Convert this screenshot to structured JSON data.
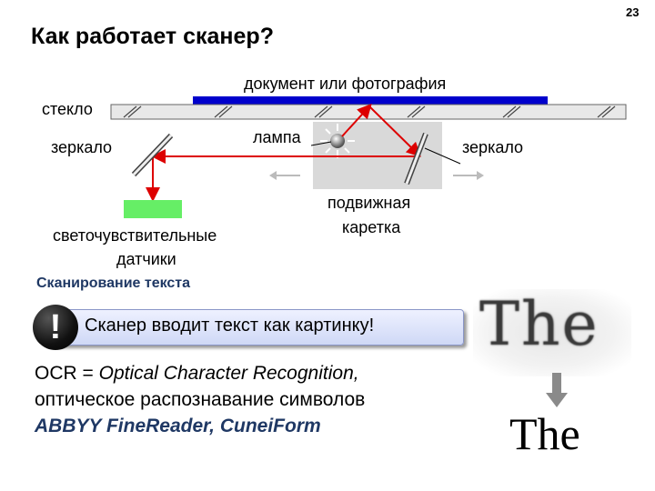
{
  "slide_number": "23",
  "title": "Как работает сканер?",
  "diagram": {
    "document_label": "документ или фотография",
    "glass_label": "стекло",
    "lamp_label": "лампа",
    "mirror_left_label": "зеркало",
    "mirror_right_label": "зеркало",
    "carriage_label_line1": "подвижная",
    "carriage_label_line2": "каретка",
    "sensors_label_line1": "светочувствительные",
    "sensors_label_line2": "датчики",
    "colors": {
      "document": "#0000cc",
      "light_path": "#dd0000",
      "sensor": "#66ee66",
      "carriage": "#d9d9d9",
      "glass": "#e8e8e8"
    }
  },
  "section_title": "Сканирование текста",
  "callout": {
    "icon": "!",
    "text": "Сканер вводит текст как картинку!"
  },
  "ocr": {
    "line1_prefix": "OCR = ",
    "line1_italic": "Optical Character Recognition,",
    "line2": "оптическое распознавание символов",
    "line3": "ABBYY FineReader, CuneiForm"
  },
  "example": {
    "scanned_text": "The",
    "recognized_text": "The"
  }
}
